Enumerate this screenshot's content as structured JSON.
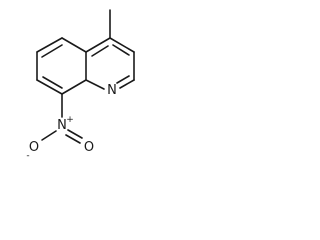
{
  "atoms": {
    "ring_nitrogen": "N",
    "nitro_nitrogen": "N",
    "nitro_oxygen_left": "O",
    "nitro_oxygen_right": "O"
  },
  "charges": {
    "nitro_nitrogen": "+",
    "nitro_oxygen_left": "-"
  }
}
